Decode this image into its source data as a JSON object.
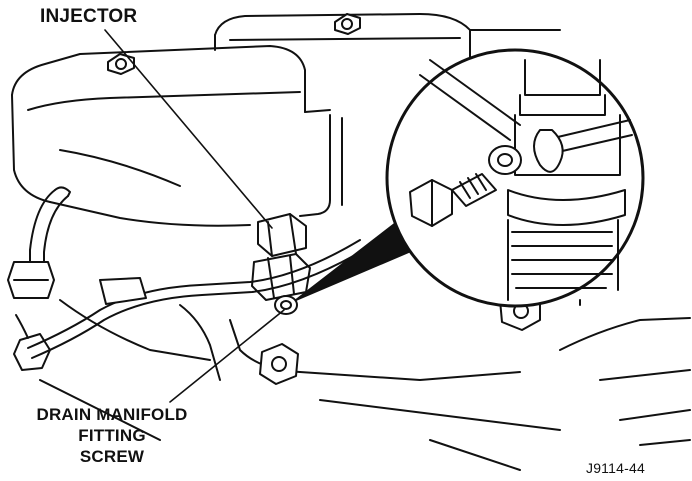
{
  "labels": {
    "injector": "INJECTOR",
    "drain_line1": "DRAIN MANIFOLD",
    "drain_line2": "FITTING",
    "drain_line3": "SCREW",
    "figure_code": "J9114-44"
  },
  "colors": {
    "ink": "#111111",
    "background": "#ffffff"
  }
}
